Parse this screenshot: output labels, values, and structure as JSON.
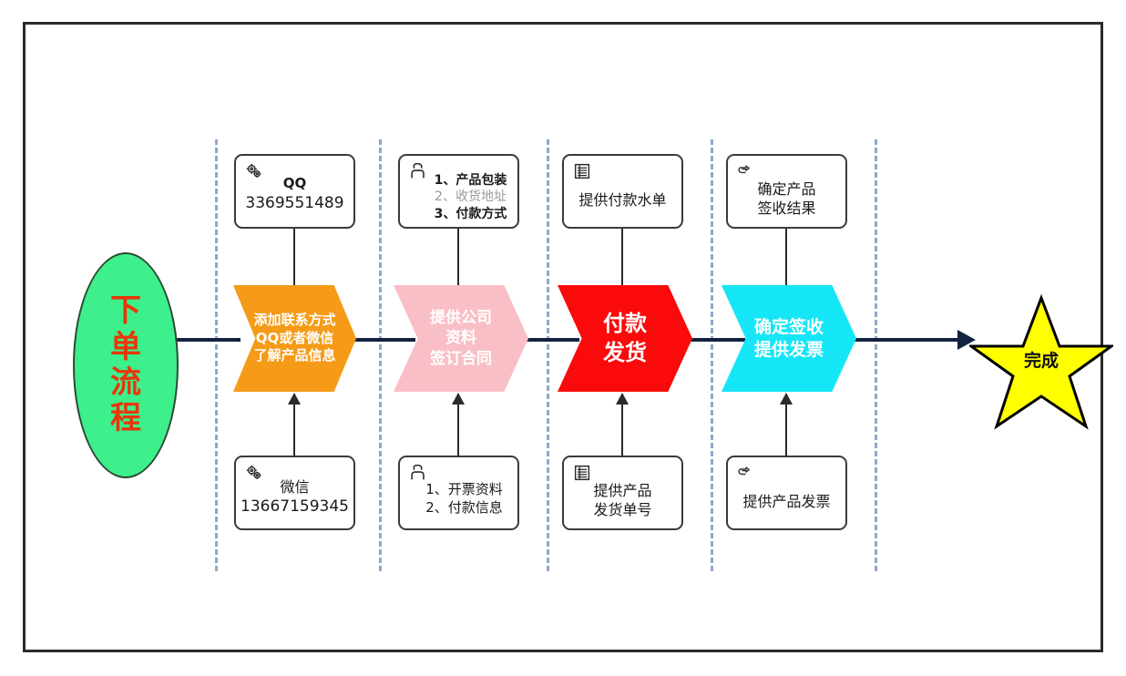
{
  "diagram": {
    "title": "下单流程",
    "start": {
      "label": "下单流程",
      "chars": [
        "下",
        "单",
        "流",
        "程"
      ],
      "fill": "#3df08b",
      "text_color": "#e8360b"
    },
    "finish": {
      "label": "完成",
      "fill": "#ffff00",
      "stroke": "#000000"
    },
    "stages": [
      {
        "id": "stage-1",
        "chevron": {
          "lines": [
            "添加联系方式",
            "QQ或者微信",
            "了解产品信息"
          ],
          "fill": "#f59b18",
          "text_color": "#ffffff"
        },
        "top_box": {
          "icon": "gears-icon",
          "lines": [
            {
              "text": "QQ",
              "bold": true,
              "muted": false
            },
            {
              "text": "3369551489",
              "bold": false,
              "muted": false
            }
          ]
        },
        "bottom_box": {
          "icon": "gears-icon",
          "lines": [
            {
              "text": "微信",
              "bold": false,
              "muted": false
            },
            {
              "text": "13667159345",
              "bold": false,
              "muted": false
            }
          ]
        }
      },
      {
        "id": "stage-2",
        "chevron": {
          "lines": [
            "提供公司",
            "资料",
            "签订合同"
          ],
          "fill": "#f9bfc7",
          "text_color": "#ffffff"
        },
        "top_box": {
          "icon": "person-icon",
          "lines": [
            {
              "text": "1、产品包装",
              "bold": true,
              "muted": false
            },
            {
              "text": "2、收货地址",
              "bold": false,
              "muted": true
            },
            {
              "text": "3、付款方式",
              "bold": true,
              "muted": false
            }
          ]
        },
        "bottom_box": {
          "icon": "person-icon",
          "lines": [
            {
              "text": "1、开票资料",
              "bold": false,
              "muted": false
            },
            {
              "text": "2、付款信息",
              "bold": false,
              "muted": false
            }
          ]
        }
      },
      {
        "id": "stage-3",
        "chevron": {
          "lines": [
            "付款",
            "发货"
          ],
          "fill": "#fa0a0a",
          "text_color": "#ffffff"
        },
        "top_box": {
          "icon": "document-lines-icon",
          "lines": [
            {
              "text": "提供付款水单",
              "bold": false,
              "muted": false
            }
          ]
        },
        "bottom_box": {
          "icon": "document-lines-icon",
          "lines": [
            {
              "text": "提供产品",
              "bold": false,
              "muted": false
            },
            {
              "text": "发货单号",
              "bold": false,
              "muted": false
            }
          ]
        }
      },
      {
        "id": "stage-4",
        "chevron": {
          "lines": [
            "确定签收",
            "提供发票"
          ],
          "fill": "#15e6f5",
          "text_color": "#ffffff"
        },
        "top_box": {
          "icon": "pointing-hand-icon",
          "lines": [
            {
              "text": "确定产品",
              "bold": false,
              "muted": false
            },
            {
              "text": "签收结果",
              "bold": false,
              "muted": false
            }
          ]
        },
        "bottom_box": {
          "icon": "pointing-hand-icon",
          "lines": [
            {
              "text": "提供产品发票",
              "bold": false,
              "muted": false
            }
          ]
        }
      }
    ],
    "colors": {
      "connector": "#11233f",
      "separator": "#8fa8c8",
      "frame": "#2b2b2b",
      "box_border": "#3a3a3a"
    }
  }
}
